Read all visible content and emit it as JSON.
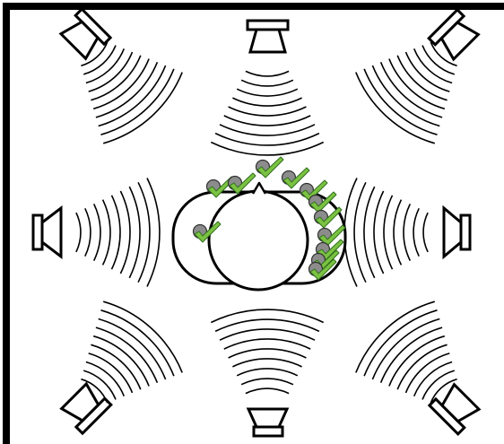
{
  "diagram": {
    "speakers": [
      {
        "name": "front-left"
      },
      {
        "name": "front-center"
      },
      {
        "name": "front-right"
      },
      {
        "name": "side-left"
      },
      {
        "name": "side-right"
      },
      {
        "name": "rear-left"
      },
      {
        "name": "rear-center"
      },
      {
        "name": "rear-right"
      }
    ],
    "colors": {
      "line": "#000000",
      "background": "#ffffff",
      "marker_fill": "#8c8c8c",
      "check_fill": "#7cc242",
      "check_stroke": "#2e6f1c"
    },
    "marker_count": 12
  }
}
